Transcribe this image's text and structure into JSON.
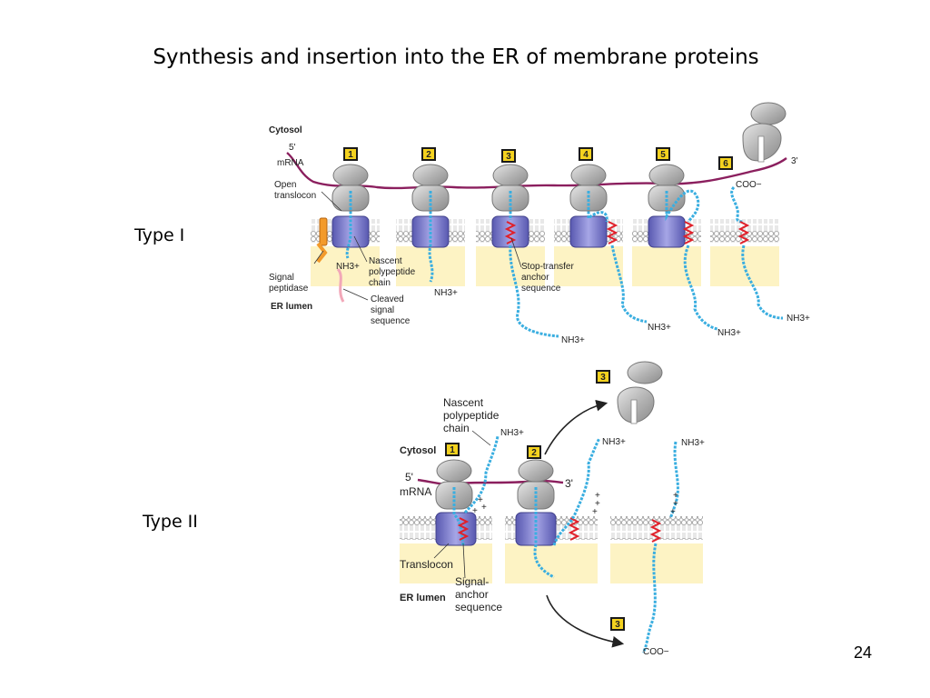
{
  "title": "Synthesis and insertion into the ER of membrane proteins",
  "page_number": "24",
  "colors": {
    "lumen": "#fdf3c4",
    "mrna": "#8b1f5e",
    "ribosome": "#a8a8a8",
    "translocon": "#6f6fc4",
    "polypeptide": "#3aaee0",
    "anchor": "#e0202a",
    "peptidase": "#f39a2a",
    "badge": "#1a1a1a"
  },
  "type1": {
    "label": "Type I",
    "cytosol": "Cytosol",
    "five_prime": "5'",
    "three_prime": "3'",
    "mrna": "mRNA",
    "open_translocon": [
      "Open",
      "translocon"
    ],
    "signal_peptidase": [
      "Signal",
      "peptidase"
    ],
    "er_lumen": "ER lumen",
    "nh3": "NH3+",
    "nascent": [
      "Nascent",
      "polypeptide",
      "chain"
    ],
    "cleaved": [
      "Cleaved",
      "signal",
      "sequence"
    ],
    "stop_transfer": [
      "Stop-transfer",
      "anchor",
      "sequence"
    ],
    "coo": "COO−",
    "steps": [
      "1",
      "2",
      "3",
      "4",
      "5",
      "6"
    ]
  },
  "type2": {
    "label": "Type II",
    "cytosol": "Cytosol",
    "five_prime": "5'",
    "three_prime": "3'",
    "mrna": "mRNA",
    "nascent": [
      "Nascent",
      "polypeptide",
      "chain"
    ],
    "nh3": "NH3+",
    "translocon": "Translocon",
    "signal_anchor": [
      "Signal-",
      "anchor",
      "sequence"
    ],
    "er_lumen": "ER lumen",
    "coo": "COO−",
    "plus": "+",
    "steps": [
      "1",
      "2",
      "3",
      "3"
    ]
  }
}
